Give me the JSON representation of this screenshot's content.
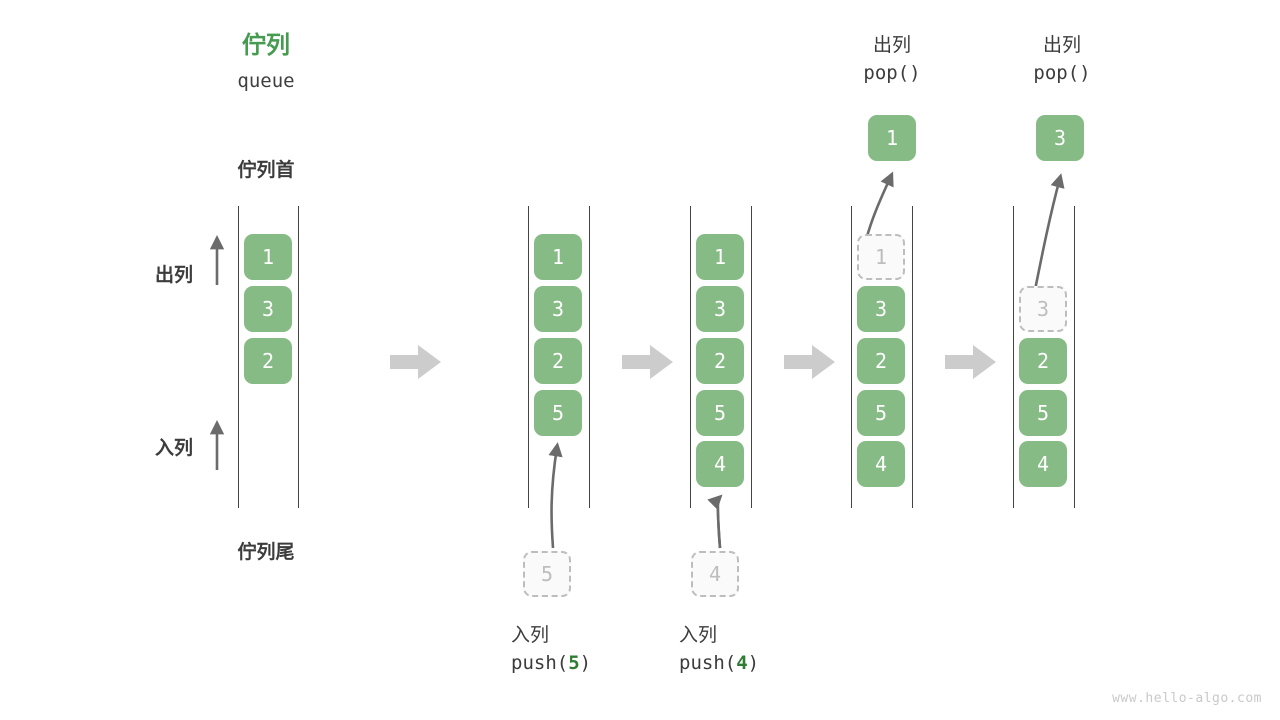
{
  "title": {
    "cn": "佇列",
    "en": "queue"
  },
  "labels": {
    "head": "佇列首",
    "tail": "佇列尾",
    "dequeue": "出列",
    "enqueue": "入列"
  },
  "colors": {
    "cell_green": "#86bb86",
    "title_green": "#469b51",
    "value_green": "#2e7d32",
    "rail_gray": "#444444",
    "ghost_border": "#bdbdbd",
    "ghost_text": "#bdbdbd",
    "flow_arrow_gray": "#cccccc",
    "dark_arrow": "#6b6b6b",
    "text_dark": "#3c3c3c",
    "watermark": "#c9c9c9"
  },
  "watermark": "www.hello-algo.com",
  "stages": [
    {
      "name": "initial",
      "cells": [
        "1",
        "3",
        "2"
      ],
      "ghost_slots": []
    },
    {
      "name": "after-push-5",
      "cells": [
        "1",
        "3",
        "2",
        "5"
      ],
      "ghost_slots": [],
      "incoming": {
        "value": "5",
        "op_cn": "入列",
        "op_code_prefix": "push(",
        "op_code_value": "5",
        "op_code_suffix": ")"
      }
    },
    {
      "name": "after-push-4",
      "cells": [
        "1",
        "3",
        "2",
        "5",
        "4"
      ],
      "ghost_slots": [],
      "incoming": {
        "value": "4",
        "op_cn": "入列",
        "op_code_prefix": "push(",
        "op_code_value": "4",
        "op_code_suffix": ")"
      }
    },
    {
      "name": "after-pop-1",
      "ghost_value": "1",
      "cells": [
        "3",
        "2",
        "5",
        "4"
      ],
      "outgoing": {
        "value": "1",
        "op_cn": "出列",
        "op_code": "pop()"
      }
    },
    {
      "name": "after-pop-3",
      "ghost_value": "3",
      "cells": [
        "2",
        "5",
        "4"
      ],
      "outgoing": {
        "value": "3",
        "op_cn": "出列",
        "op_code": "pop()"
      }
    }
  ],
  "flow_arrows": 4
}
